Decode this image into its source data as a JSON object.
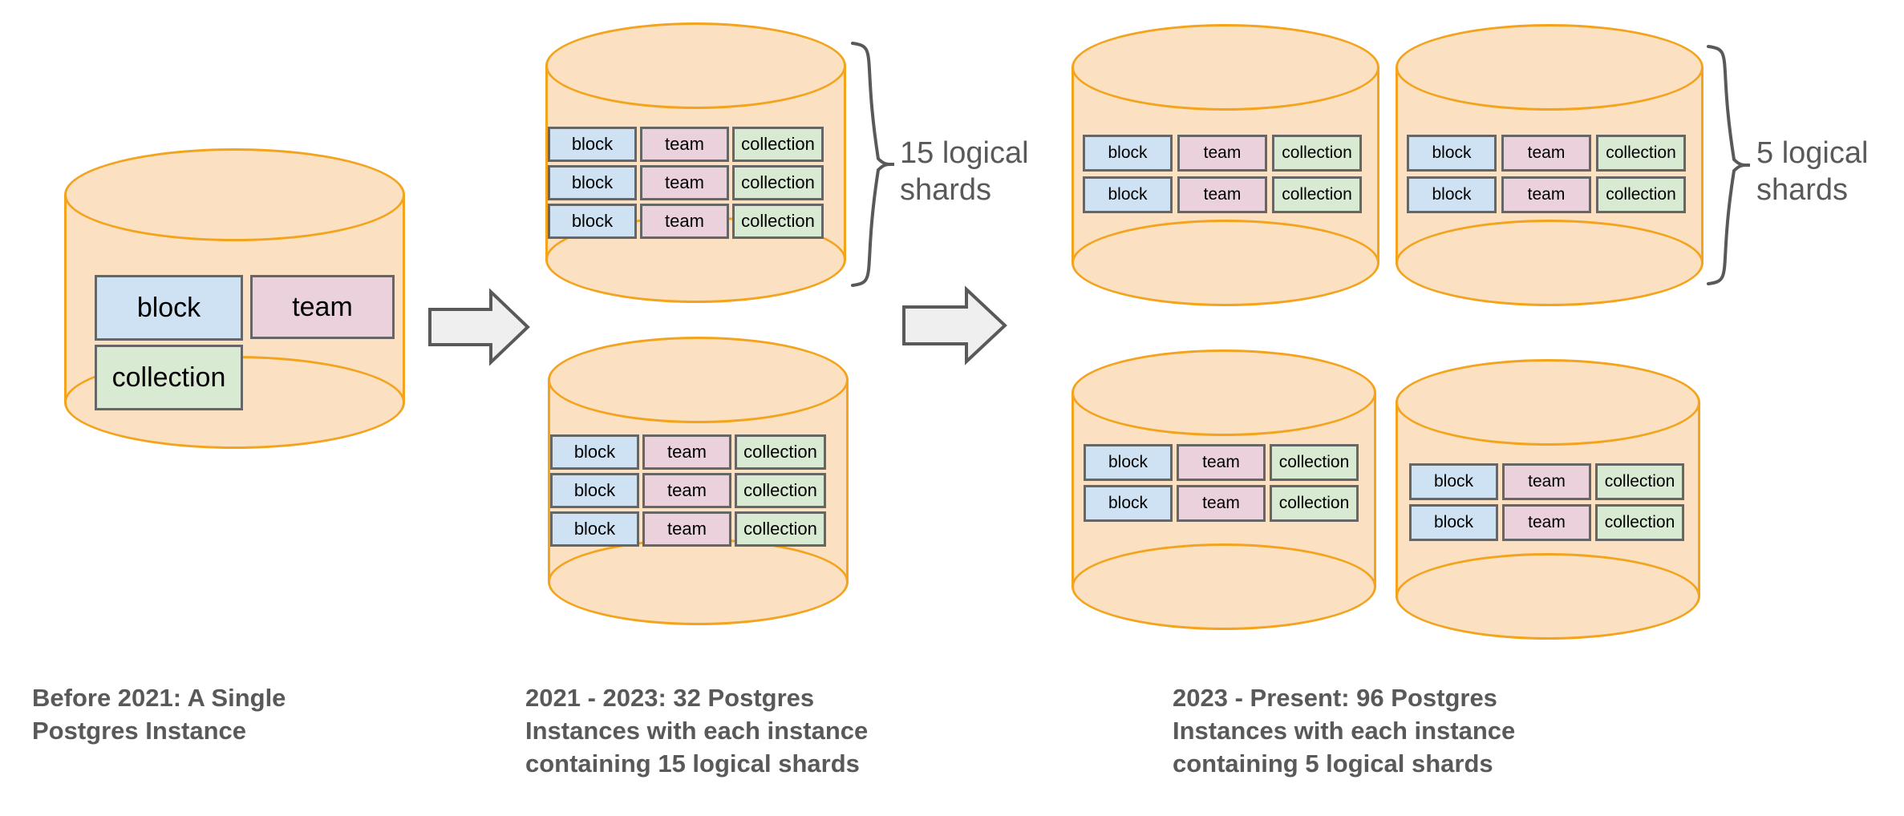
{
  "diagram": {
    "title_semantics": "Postgres sharding evolution diagram",
    "shard_labels": {
      "block": "block",
      "team": "team",
      "collection": "collection"
    },
    "colors": {
      "cylinder_fill": "#fbe0c1",
      "cylinder_stroke": "#f3a31c",
      "block_fill": "#cfe2f3",
      "team_fill": "#ead1dc",
      "collection_fill": "#d9ead3",
      "box_stroke": "#666666",
      "arrow_fill": "#efefef",
      "arrow_stroke": "#595959",
      "text": "#595959",
      "background": "#ffffff"
    },
    "panels": [
      {
        "id": "panel-1",
        "caption": "Before 2021: A Single\nPostgres Instance",
        "instance_count": 1,
        "shards_per_instance": null,
        "annotation": null,
        "cylinders": [
          {
            "id": "cyl-1-1",
            "layout": "single",
            "boxes": [
              "block",
              "team",
              "collection"
            ]
          }
        ]
      },
      {
        "id": "panel-2",
        "caption": "2021 - 2023: 32 Postgres\nInstances with each instance\ncontaining 15 logical shards",
        "instance_count": 32,
        "shards_per_instance": 15,
        "annotation": "15 logical\nshards",
        "cylinders": [
          {
            "id": "cyl-2-1",
            "layout": "grid",
            "rows": 3,
            "cols": 3,
            "columns": [
              "block",
              "team",
              "collection"
            ]
          },
          {
            "id": "cyl-2-2",
            "layout": "grid",
            "rows": 3,
            "cols": 3,
            "columns": [
              "block",
              "team",
              "collection"
            ]
          }
        ]
      },
      {
        "id": "panel-3",
        "caption": "2023 - Present: 96 Postgres\nInstances with each instance\ncontaining 5 logical shards",
        "instance_count": 96,
        "shards_per_instance": 5,
        "annotation": "5 logical\nshards",
        "cylinders": [
          {
            "id": "cyl-3-1",
            "layout": "grid",
            "rows": 2,
            "cols": 3,
            "columns": [
              "block",
              "team",
              "collection"
            ]
          },
          {
            "id": "cyl-3-2",
            "layout": "grid",
            "rows": 2,
            "cols": 3,
            "columns": [
              "block",
              "team",
              "collection"
            ]
          },
          {
            "id": "cyl-3-3",
            "layout": "grid",
            "rows": 2,
            "cols": 3,
            "columns": [
              "block",
              "team",
              "collection"
            ]
          },
          {
            "id": "cyl-3-4",
            "layout": "grid",
            "rows": 2,
            "cols": 3,
            "columns": [
              "block",
              "team",
              "collection"
            ]
          }
        ]
      }
    ],
    "arrows": [
      {
        "id": "arrow-1",
        "from": "panel-1",
        "to": "panel-2",
        "direction": "right"
      },
      {
        "id": "arrow-2",
        "from": "panel-2",
        "to": "panel-3",
        "direction": "right"
      }
    ]
  }
}
